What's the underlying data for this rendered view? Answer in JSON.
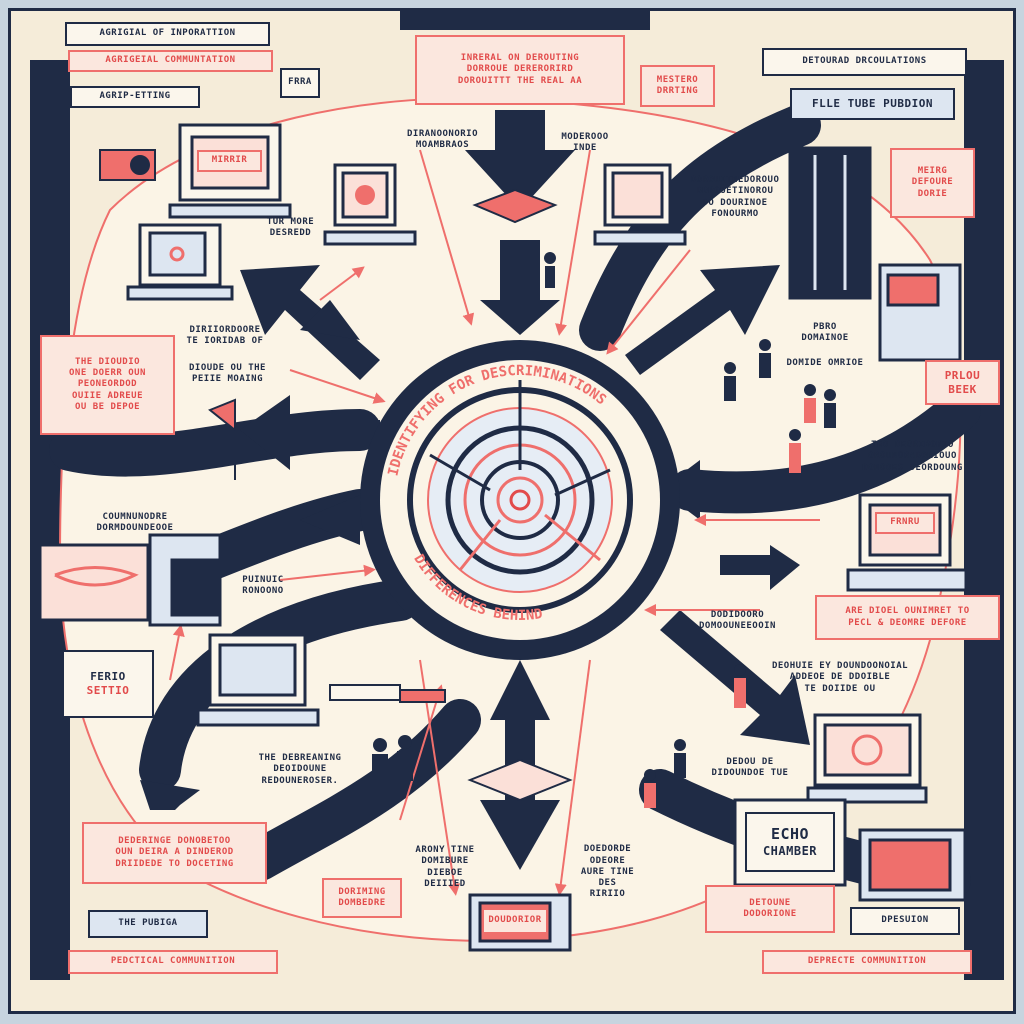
{
  "labels": {
    "top_left_1": "AGRIGIAL OF INPORATTION",
    "top_left_2": "AGRIGEIAL COMMUNTATION",
    "top_left_3": "AGRIP-ETTING",
    "top_center_box": "INRERAL ON DEROUTING\nDORROUE DERERORIRD\nDOROUITTT THE REAL AA",
    "top_center_small": "FRRA",
    "top_center_right": "MESTERO\nDRRTING",
    "top_right_title": "DETOURAD DRCOULATIONS",
    "top_right_sub": "FLLE TUBE PUBDION",
    "left_screen": "MIRRIR",
    "center_caption_left": "TUR MORE\nDESREDD",
    "center_caption_mid1": "DIRANOONORIO\nMOAMBRAOS",
    "center_caption_mid2": "MODEROOO\nINDE",
    "right_caption": "DOROUITNEDOROUO\nDDROUETINOROU\nDO DOURINOE\nFONOURMO",
    "right_box": "MEIRG\nDEFOURE\nDORIE",
    "left_red_box": "THE DIOUDIO\nONE DOERR OUN\nPEONEORDOD\nOUIIE ADREUE\nOU BE DEPOE",
    "left_caption_1": "DIRIIORDOORE\nTE IORIDAB OF",
    "left_caption_2": "DIOUDE OU THE\nPEIIE MOAING",
    "left_caption_3": "COUMNUNODRE\nDORMDOUNDEOOE",
    "left_caption_4": "PUINUIC\nRONOONO",
    "ring_text_top": "IDENTIFYING FOR DESCRIMINATIONS",
    "ring_text_bottom": "DIFFERENCES BEHIND",
    "right_mid_1": "PBRO\nDOMAINOE",
    "right_mid_2": "DOMIDE OMRIOE",
    "right_red_tag": "PRLOU\nBEEK",
    "right_caption_2": "TEO DEORIBORIO\nOROUNORADORIOUO\nDONOOES DEORDOUNG",
    "right_screen": "FRNRU",
    "right_box_2": "ARE DIOEL OUNIMRET TO\nPECL & DEOMRE DEFORE",
    "right_caption_3": "DODIDOORO\nDOMOOUNEEOOIN",
    "right_caption_4": "DEOHUIE EY DOUNDOONOIAL\nADDEOE DE DDOIBLE\nTE DOIIDE OU",
    "left_feed_1": "FERIO",
    "left_feed_2": "SETTIO",
    "left_bottom_caption": "THE DEBREANING\nDEOIDOUNE\nREDOUNEROSER.",
    "center_bottom_caption_1": "ARONY TINE\nDOMIBURE\nDIEBOE\nDEIIIED",
    "center_bottom_caption_2": "DOEDORDE\nODEORE\nAURE TINE\nDES\nRIRIIO",
    "right_bottom_caption": "DEDOU DE\nDIDOUNDOE TUE",
    "echo_1": "ECHO",
    "echo_2": "CHAMBER",
    "left_bottom_box": "DEDERINGE DONOBETOO\nOUN DEIRA A DINDEROD\nDRIIDEDE TO DOCETING",
    "bottom_center_left": "DORIMING\nDOMBEDRE",
    "bottom_tv": "DOUDORIOR",
    "bottom_right_pair": "DETOUNE\nDODORIONE",
    "bottom_right_tag": "DPESUION",
    "bottom_left_pub": "THE PUBIGA",
    "footer_left": "PEDCTICAL COMMUNITION",
    "footer_right": "DEPRECTE COMMUNITION"
  },
  "colors": {
    "navy": "#1f2b45",
    "cream": "#f5ecd9",
    "red": "#ef6f6c",
    "blue": "#dde6f1"
  }
}
